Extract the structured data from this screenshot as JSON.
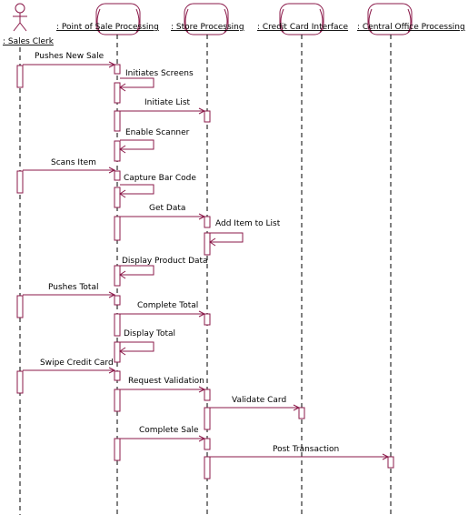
{
  "actor": {
    "label": ": Sales Clerk",
    "type": "actor"
  },
  "objects": [
    {
      "id": "pos",
      "label": ": Point of Sale Processing"
    },
    {
      "id": "store",
      "label": ": Store Processing"
    },
    {
      "id": "cci",
      "label": ": Credit Card Interface"
    },
    {
      "id": "central",
      "label": ": Central Office Processing"
    }
  ],
  "messages": [
    {
      "from": "actor",
      "to": "pos",
      "label": "Pushes New Sale"
    },
    {
      "from": "pos",
      "to": "pos",
      "label": "Initiates Screens"
    },
    {
      "from": "pos",
      "to": "store",
      "label": "Initiate List"
    },
    {
      "from": "pos",
      "to": "pos",
      "label": "Enable Scanner"
    },
    {
      "from": "actor",
      "to": "pos",
      "label": "Scans Item"
    },
    {
      "from": "pos",
      "to": "pos",
      "label": "Capture Bar Code"
    },
    {
      "from": "pos",
      "to": "store",
      "label": "Get Data"
    },
    {
      "from": "store",
      "to": "store",
      "label": "Add Item to List"
    },
    {
      "from": "pos",
      "to": "pos",
      "label": "Display Product Data"
    },
    {
      "from": "actor",
      "to": "pos",
      "label": "Pushes Total"
    },
    {
      "from": "pos",
      "to": "store",
      "label": "Complete Total"
    },
    {
      "from": "pos",
      "to": "pos",
      "label": "Display Total"
    },
    {
      "from": "actor",
      "to": "pos",
      "label": "Swipe Credit Card"
    },
    {
      "from": "pos",
      "to": "store",
      "label": "Request Validation"
    },
    {
      "from": "store",
      "to": "cci",
      "label": "Validate Card"
    },
    {
      "from": "pos",
      "to": "store",
      "label": "Complete Sale"
    },
    {
      "from": "store",
      "to": "central",
      "label": "Post Transaction"
    }
  ]
}
